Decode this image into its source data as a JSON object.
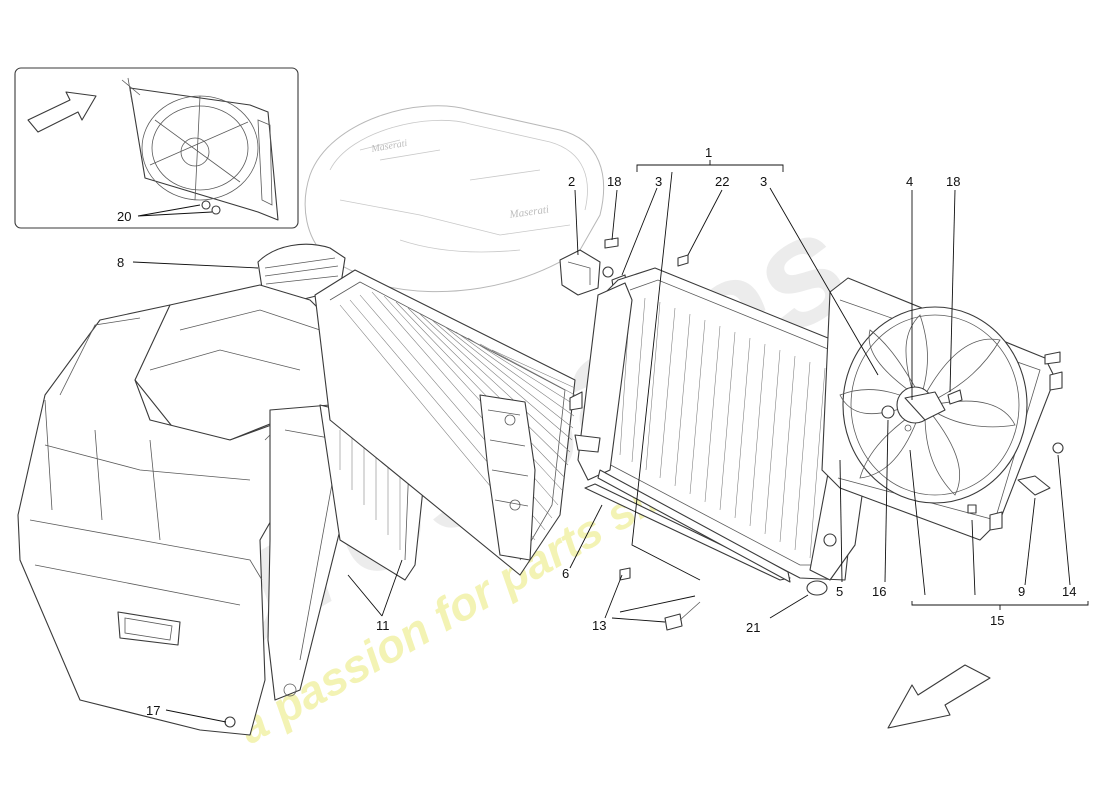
{
  "callouts": [
    {
      "id": "1",
      "label": "1"
    },
    {
      "id": "2",
      "label": "2"
    },
    {
      "id": "3a",
      "label": "3"
    },
    {
      "id": "3b",
      "label": "3"
    },
    {
      "id": "4",
      "label": "4"
    },
    {
      "id": "5",
      "label": "5"
    },
    {
      "id": "6",
      "label": "6"
    },
    {
      "id": "8",
      "label": "8"
    },
    {
      "id": "9",
      "label": "9"
    },
    {
      "id": "11",
      "label": "11"
    },
    {
      "id": "13",
      "label": "13"
    },
    {
      "id": "14",
      "label": "14"
    },
    {
      "id": "15",
      "label": "15"
    },
    {
      "id": "16",
      "label": "16"
    },
    {
      "id": "17",
      "label": "17"
    },
    {
      "id": "18a",
      "label": "18"
    },
    {
      "id": "18b",
      "label": "18"
    },
    {
      "id": "20",
      "label": "20"
    },
    {
      "id": "21",
      "label": "21"
    },
    {
      "id": "22",
      "label": "22"
    }
  ],
  "watermark": {
    "brand": "eurospares",
    "tagline": "a passion for parts since 1985"
  },
  "engine_cover": {
    "logo_text": "Maserati"
  },
  "colors": {
    "line": "#3a3a3a",
    "watermark": "#e6e6e6",
    "tagline": "#f1f1a8"
  }
}
